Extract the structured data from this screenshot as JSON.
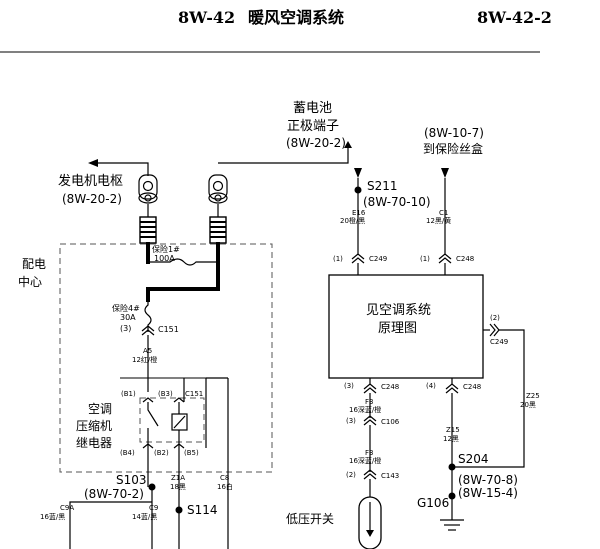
{
  "header": {
    "code_left": "8W-42",
    "title": "暖风空调系统",
    "code_right": "8W-42-2"
  },
  "labels": {
    "battery_line1": "蓄电池",
    "battery_line2": "正极端子",
    "battery_ref": "(8W-20-2)",
    "fuse_ref": "(8W-10-7)",
    "fuse_box": "到保险丝盒",
    "generator": "发电机电枢",
    "generator_ref": "(8W-20-2)",
    "pdc_line1": "配电",
    "pdc_line2": "中心",
    "fuse1_name": "保险1#",
    "fuse1_rating": "100A",
    "fuse4_name": "保险4#",
    "fuse4_rating": "30A",
    "c151_pin3": "(3)",
    "c151": "C151",
    "a5": "A5",
    "a5_wire": "12红/橙",
    "b1": "(B1)",
    "b3": "(B3)",
    "c151_relay": "C151",
    "relay_line1": "空调",
    "relay_line2": "压缩机",
    "relay_line3": "继电器",
    "b4": "(B4)",
    "b2": "(B2)",
    "b5": "(B5)",
    "z1a": "Z1A",
    "z1a_wire": "18黑",
    "c8": "C8",
    "c8_wire": "16白",
    "s103": "S103",
    "s103_ref": "(8W-70-2)",
    "c9a": "C9A",
    "c9a_wire": "16蓝/黑",
    "c9": "C9",
    "c9_wire": "14蓝/黑",
    "s114": "S114",
    "s211": "S211",
    "s211_ref": "(8W-70-10)",
    "e16": "E16",
    "e16_wire": "20橙/黑",
    "c1": "C1",
    "c1_wire": "12黑/黄",
    "c249_pin1": "(1)",
    "c249": "C249",
    "c248_pin1": "(1)",
    "c248": "C248",
    "module_line1": "见空调系统",
    "module_line2": "原理图",
    "c249_pin2": "(2)",
    "c249_right": "C249",
    "c248_pin3": "(3)",
    "c248_left": "C248",
    "c248_pin4": "(4)",
    "c248_right": "C248",
    "f3": "F3",
    "f3_wire": "16深蓝/橙",
    "c106_pin3": "(3)",
    "c106": "C106",
    "f3b": "F3",
    "f3b_wire": "16深蓝/橙",
    "c143_pin2": "(2)",
    "c143": "C143",
    "z15": "Z15",
    "z15_wire": "12黑",
    "z25": "Z25",
    "z25_wire": "20黑",
    "s204": "S204",
    "s204_ref1": "(8W-70-8)",
    "s204_ref2": "(8W-15-4)",
    "g106": "G106",
    "low_pressure_switch": "低压开关"
  }
}
